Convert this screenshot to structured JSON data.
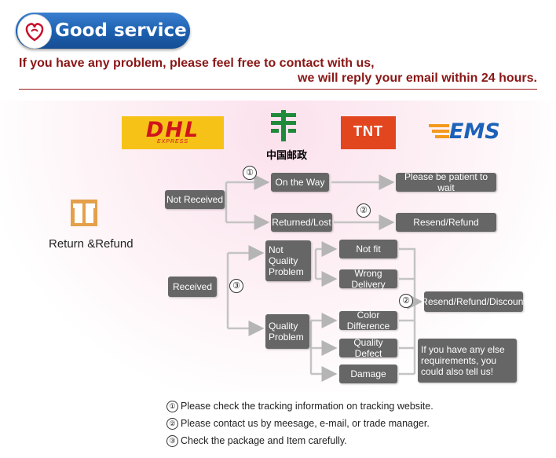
{
  "header": {
    "title": "Good service",
    "contact_line_1": "If you have any problem, please feel free to contact with us,",
    "contact_line_2": "we will reply your email within 24 hours."
  },
  "carriers": {
    "dhl": {
      "name": "DHL",
      "sub": "EXPRESS"
    },
    "china_post": {
      "label": "中国邮政"
    },
    "tnt": {
      "name": "TNT"
    },
    "ems": {
      "name": "EMS"
    }
  },
  "section_label": "Return &Refund",
  "flow": {
    "not_received": "Not Received",
    "on_the_way": "On the Way",
    "please_wait": "Please be patient to wait",
    "returned_lost": "Returned/Lost",
    "resend_refund": "Resend/Refund",
    "received": "Received",
    "not_quality": "Not Quality Problem",
    "quality": "Quality Problem",
    "not_fit": "Not fit",
    "wrong_delivery": "Wrong Delivery",
    "color_difference": "Color Difference",
    "quality_defect": "Quality Defect",
    "damage": "Damage",
    "resend_refund_discount": "Resend/Refund/Discount",
    "else_requirements": "If you have any else requirements, you could also tell us!",
    "marker_1": "①",
    "marker_2": "②",
    "marker_3": "③"
  },
  "notes": [
    {
      "marker": "①",
      "text": "Please check the tracking information on tracking website."
    },
    {
      "marker": "②",
      "text": "Please contact us by meesage, e-mail, or trade manager."
    },
    {
      "marker": "③",
      "text": "Check the package and Item carefully."
    }
  ],
  "colors": {
    "badge_blue": "#1b5fae",
    "heading_red": "#8a1616",
    "box_gray": "#666666",
    "arrow_gray": "#b5b5b5"
  }
}
